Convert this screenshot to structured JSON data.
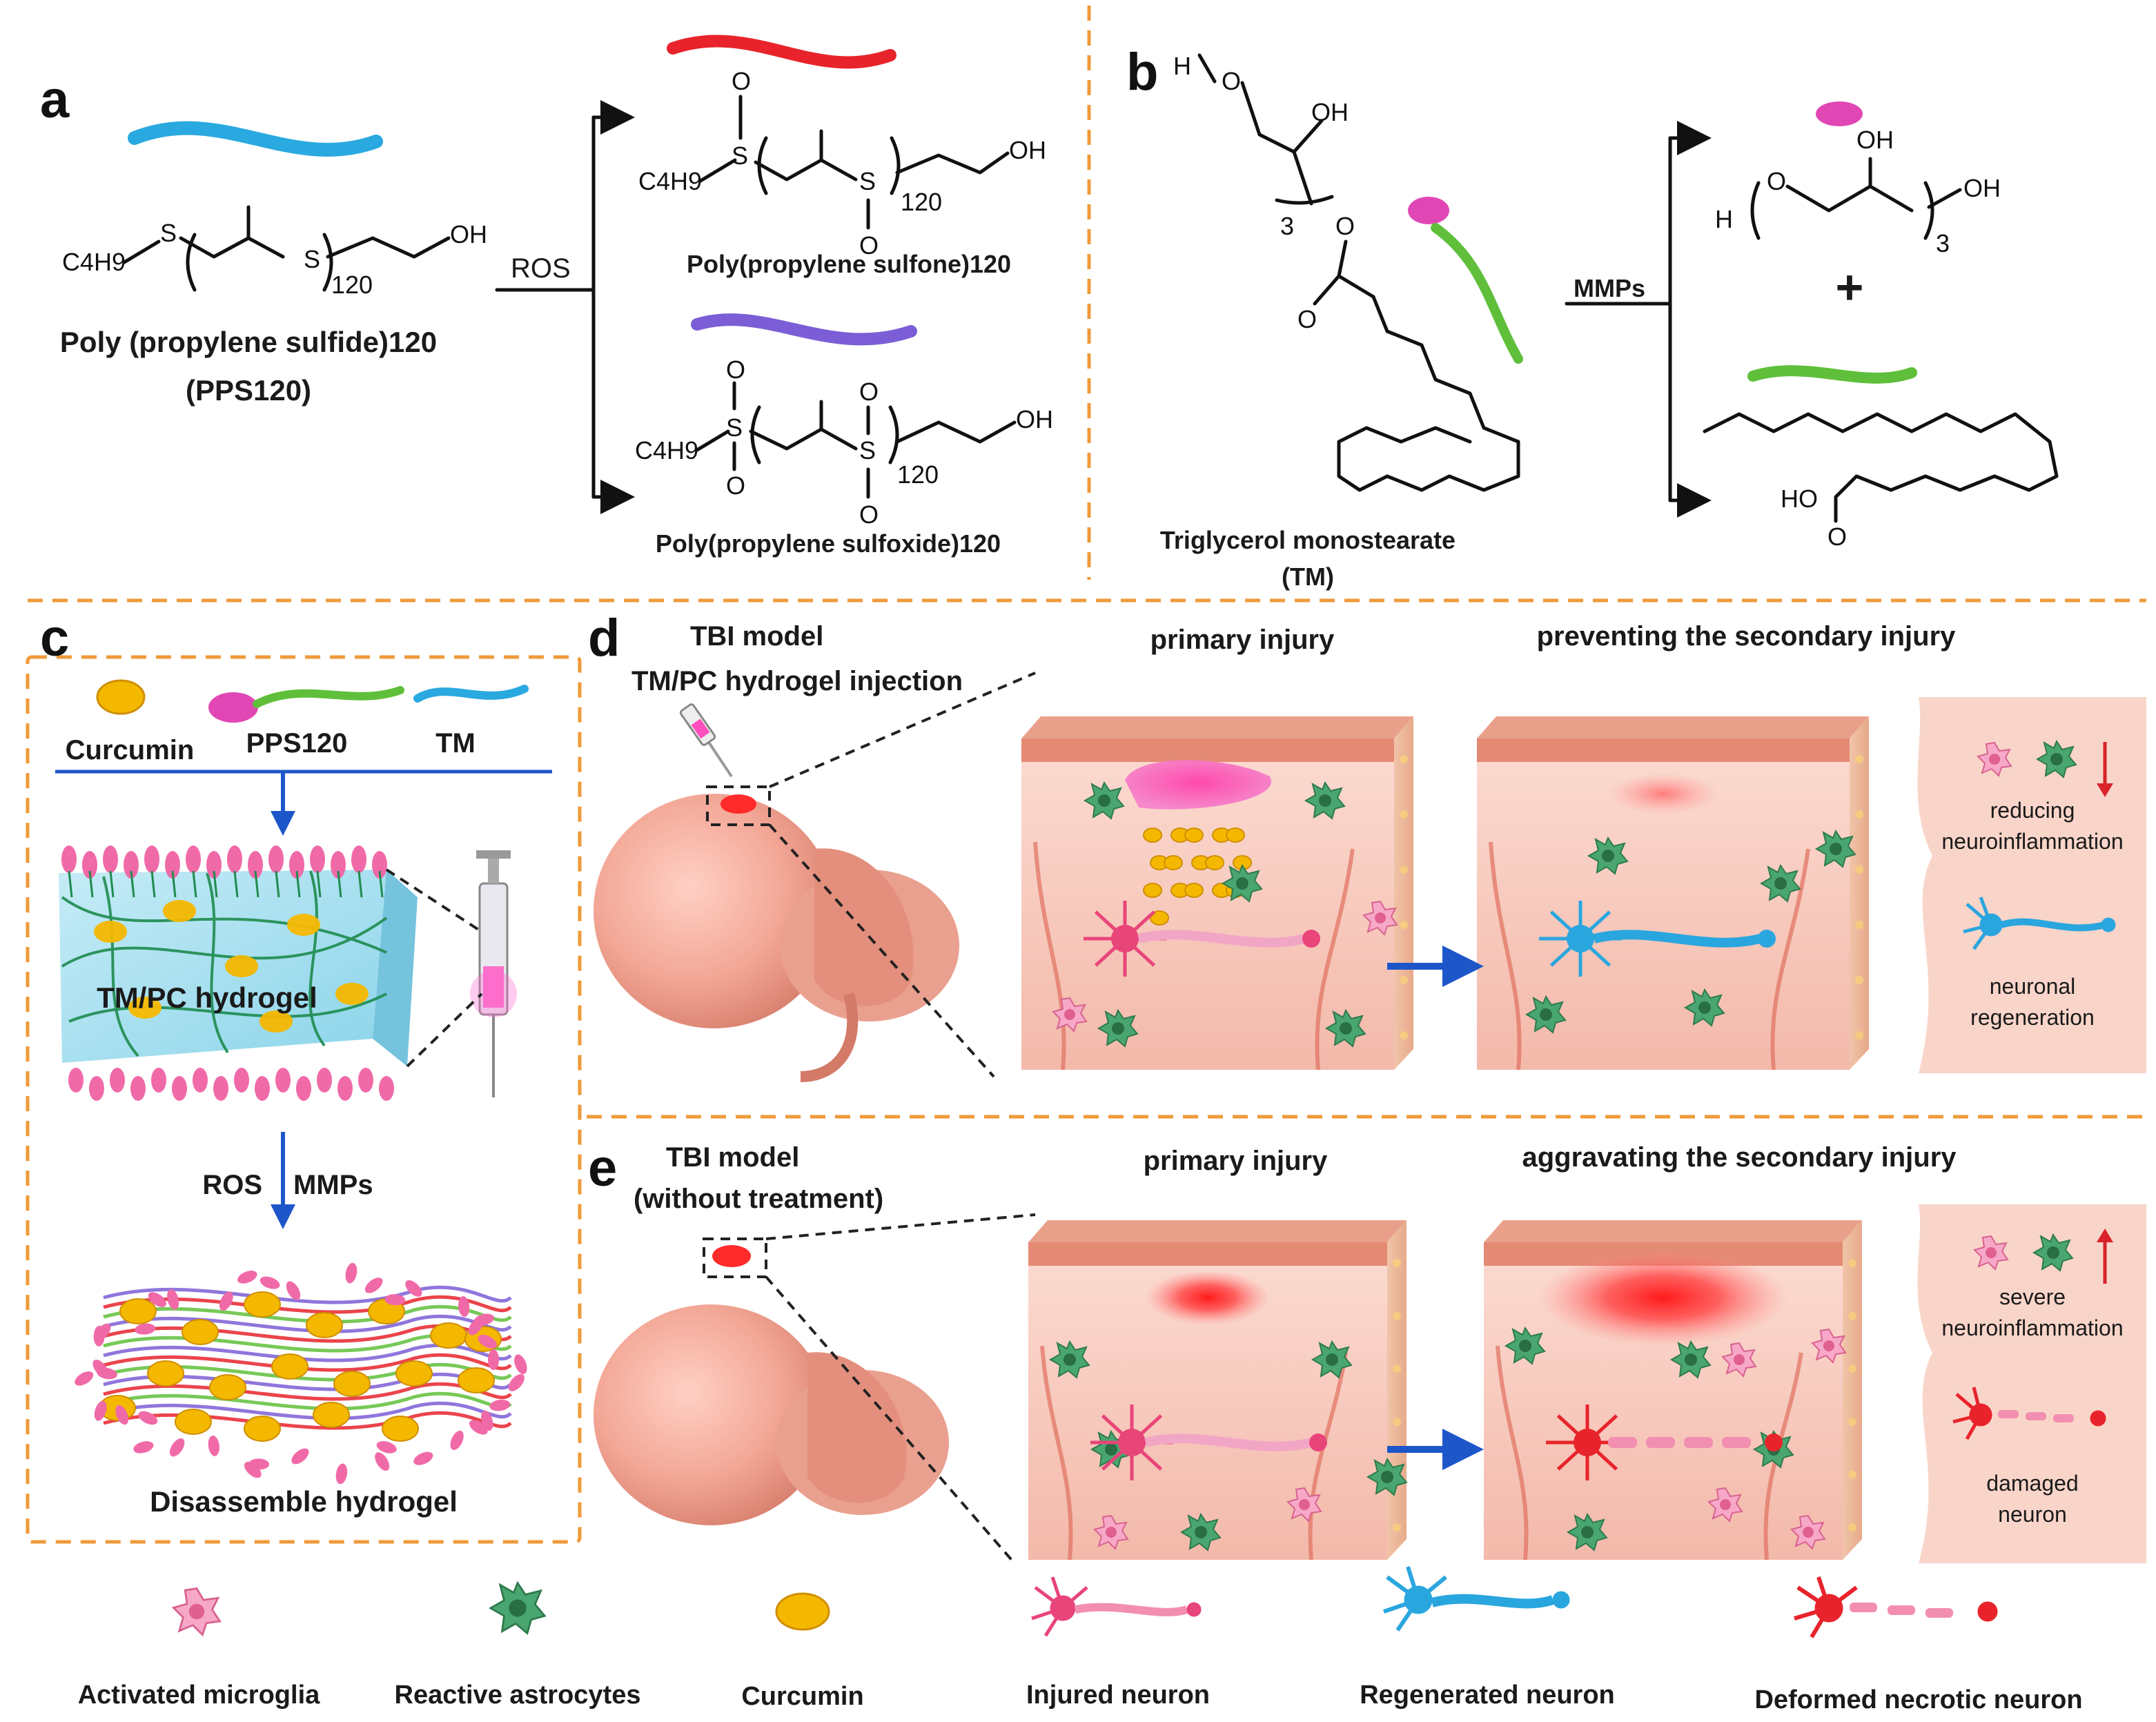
{
  "colors": {
    "divider_orange": "#ef9a3a",
    "pps_blue": "#29a9e0",
    "sulfone_red": "#e8232b",
    "sulfoxide_purple": "#7b5ed6",
    "tm_magenta": "#e047b5",
    "tm_green": "#5fbf3a",
    "arrow_blue": "#1d56c9",
    "curcumin_yellow": "#f5b800",
    "microglia_pink": "#f49ac0",
    "astrocyte_green": "#3f9a63",
    "regen_blue": "#2aa6df",
    "injury_red": "#e8232b",
    "tissue_pink": "#f6c8bb"
  },
  "panels": {
    "a": "a",
    "b": "b",
    "c": "c",
    "d": "d",
    "e": "e"
  },
  "panel_a": {
    "pps_name": "Poly (propylene sulfide)120",
    "pps_abbr": "(PPS120)",
    "c4h9": "C4H9",
    "s": "S",
    "o": "O",
    "oh": "OH",
    "n": "120",
    "ros": "ROS",
    "sulfone_name": "Poly(propylene sulfone)120",
    "sulfoxide_name": "Poly(propylene sulfoxide)120"
  },
  "panel_b": {
    "h": "H",
    "o": "O",
    "oh": "OH",
    "ho": "HO",
    "n": "3",
    "mmps": "MMPs",
    "plus": "+",
    "tm_name": "Triglycerol monostearate",
    "tm_abbr": "(TM)"
  },
  "panel_c": {
    "curcumin": "Curcumin",
    "pps": "PPS120",
    "tm": "TM",
    "hydrogel": "TM/PC hydrogel",
    "ros": "ROS",
    "mmps": "MMPs",
    "disassemble": "Disassemble hydrogel"
  },
  "panel_d": {
    "model": "TBI model",
    "injection": "TM/PC hydrogel injection",
    "primary": "primary injury",
    "secondary": "preventing the secondary injury",
    "effect1": [
      "reducing",
      "neuroinflammation"
    ],
    "effect2": [
      "neuronal",
      "regeneration"
    ]
  },
  "panel_e": {
    "model": "TBI model",
    "no_treatment": "(without treatment)",
    "primary": "primary injury",
    "secondary": "aggravating the secondary injury",
    "effect1": [
      "severe",
      "neuroinflammation"
    ],
    "effect2": [
      "damaged",
      "neuron"
    ]
  },
  "legend": [
    {
      "label": "Activated microglia",
      "icon": "microglia-icon"
    },
    {
      "label": "Reactive astrocytes",
      "icon": "astrocyte-icon"
    },
    {
      "label": "Curcumin",
      "icon": "curcumin-icon"
    },
    {
      "label": "Injured neuron",
      "icon": "injured-neuron-icon"
    },
    {
      "label": "Regenerated neuron",
      "icon": "regenerated-neuron-icon"
    },
    {
      "label": "Deformed necrotic neuron",
      "icon": "necrotic-neuron-icon"
    }
  ]
}
